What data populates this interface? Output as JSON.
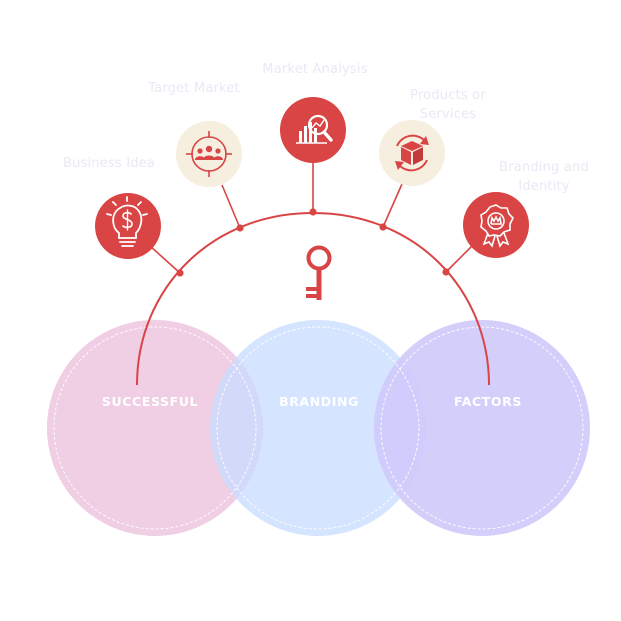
{
  "diagram": {
    "colors": {
      "accent": "#d94545",
      "icon_cream": "#f6eedf",
      "circle_pink": "#eec9e0",
      "circle_blue": "#c9dcff",
      "circle_purple": "#cfc9fb",
      "label_faint": "#e9e9f4"
    },
    "nodes": [
      {
        "id": "business-idea",
        "label": "Business Idea",
        "icon": "lightbulb-dollar-icon",
        "style": "red"
      },
      {
        "id": "target-market",
        "label": "Target Market",
        "icon": "target-people-icon",
        "style": "cream"
      },
      {
        "id": "market-analysis",
        "label": "Market Analysis",
        "icon": "chart-magnifier-icon",
        "style": "red"
      },
      {
        "id": "products-services",
        "label": "Products or Services",
        "icon": "box-cycle-icon",
        "style": "cream"
      },
      {
        "id": "branding-identity",
        "label": "Branding and Identity",
        "icon": "award-badge-icon",
        "style": "red"
      }
    ],
    "center_icon": "key-icon",
    "circles": [
      {
        "id": "successful",
        "label": "SUCCESSFUL"
      },
      {
        "id": "branding",
        "label": "BRANDING"
      },
      {
        "id": "factors",
        "label": "FACTORS"
      }
    ]
  }
}
